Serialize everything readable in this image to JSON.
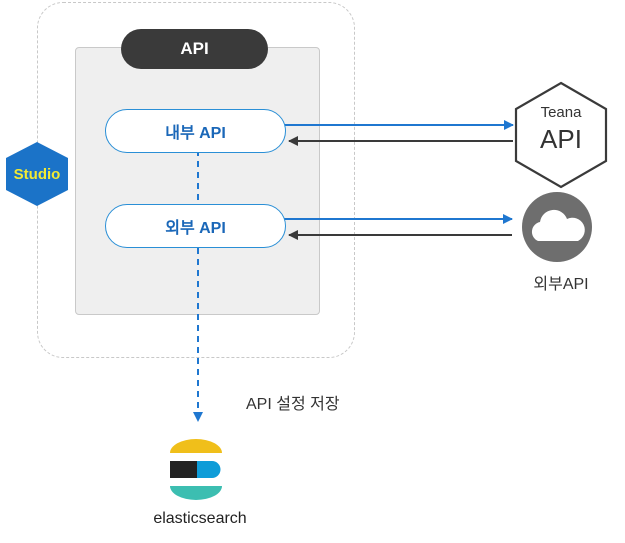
{
  "api_box": {
    "title": "API"
  },
  "nodes": {
    "internal_api": "내부 API",
    "external_api": "외부 API"
  },
  "studio": {
    "label": "Studio"
  },
  "teana": {
    "line1": "Teana",
    "line2": "API"
  },
  "external_service": {
    "label": "외부API"
  },
  "edges": {
    "save_label": "API 설정 저장"
  },
  "elasticsearch": {
    "label": "elasticsearch"
  },
  "colors": {
    "accent_blue": "#1f77d0",
    "return_arrow": "#3a3a3a",
    "studio_hex": "#1b73c8",
    "studio_text": "#f2ea32",
    "header_dark": "#3a3a3a",
    "cloud_gray": "#6e6e6e",
    "es_yellow": "#f0bf1a",
    "es_teal": "#3cbeb1",
    "es_blue": "#0e9cd8"
  }
}
